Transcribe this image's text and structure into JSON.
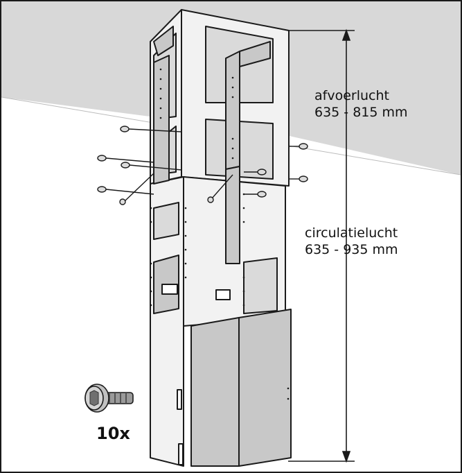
{
  "exhaust": {
    "label": "afvoerlucht",
    "range": "635 - 815 mm"
  },
  "recirc": {
    "label": "circulatielucht",
    "range": "635 - 935 mm"
  },
  "screw_qty": "10x",
  "colors": {
    "ceiling": "#d8d8d8",
    "panel": "#c8c8c8",
    "line": "#1a1a1a",
    "bracket": "#f2f2f2"
  }
}
